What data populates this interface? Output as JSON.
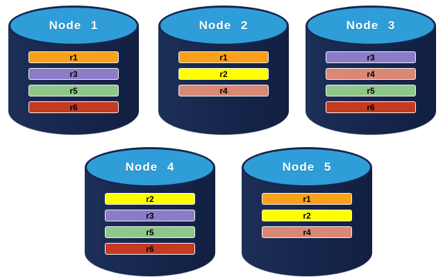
{
  "diagram": {
    "colors": {
      "cylinder_body": "#17264d",
      "cylinder_top": "#2f9ed8",
      "replica_colors": {
        "r1": "#f9a11b",
        "r2": "#ffff00",
        "r3": "#8b7cc8",
        "r4": "#d98875",
        "r5": "#8ec78a",
        "r6": "#c43b22"
      }
    },
    "nodes": [
      {
        "label": "Node 1",
        "replicas": [
          "r1",
          "r3",
          "r5",
          "r6"
        ]
      },
      {
        "label": "Node 2",
        "replicas": [
          "r1",
          "r2",
          "r4"
        ]
      },
      {
        "label": "Node 3",
        "replicas": [
          "r3",
          "r4",
          "r5",
          "r6"
        ]
      },
      {
        "label": "Node 4",
        "replicas": [
          "r2",
          "r3",
          "r5",
          "r6"
        ]
      },
      {
        "label": "Node 5",
        "replicas": [
          "r1",
          "r2",
          "r4"
        ]
      }
    ]
  }
}
